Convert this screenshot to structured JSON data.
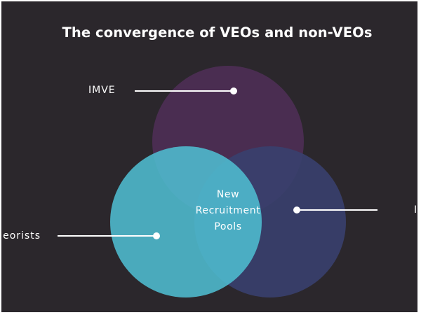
{
  "title": "The convergence of VEOs and non-VEOs",
  "circles": [
    {
      "label": "IMVE",
      "color": "#4e2f55",
      "opacity": 0.9
    },
    {
      "label": "I",
      "color": "#39406e",
      "opacity": 0.9
    },
    {
      "label": "heorists",
      "color": "#4fbdd0",
      "opacity": 0.88
    }
  ],
  "center": {
    "lines": [
      "New",
      "Recruitment",
      "Pools"
    ]
  },
  "colors": {
    "background": "#2b272c",
    "text": "#ffffff",
    "connector": "#ffffff"
  }
}
